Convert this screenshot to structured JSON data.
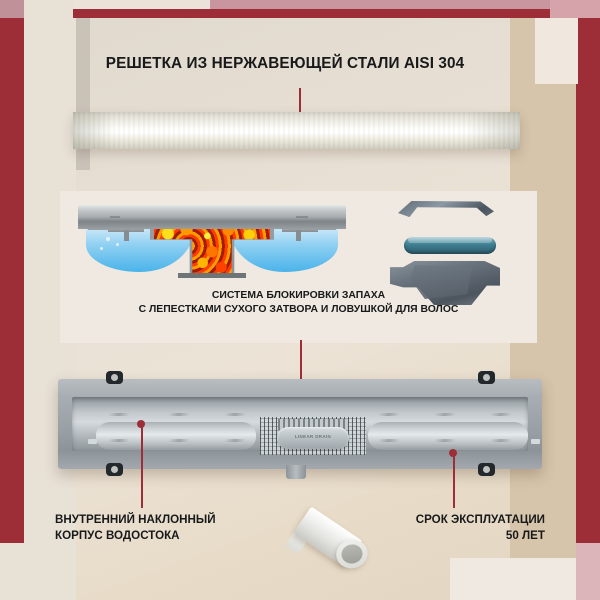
{
  "page": {
    "title_heading": "РЕШЕТКА ИЗ НЕРЖАВЕЮЩЕЙ СТАЛИ AISI 304",
    "background_color": "#d6c4ab",
    "accent_color": "#9d2e38",
    "panel_color": "#e8dcc9",
    "card_color": "#efe9e1",
    "text_color": "#17191a"
  },
  "card": {
    "caption_line1": "СИСТЕМА БЛОКИРОВКИ ЗАПАХА",
    "caption_line2": "С ЛЕПЕСТКАМИ СУХОГО ЗАТВОРА И ЛОВУШКОЙ ДЛЯ ВОЛОС"
  },
  "product": {
    "badge_text": "LINEAR DRAIN"
  },
  "labels": {
    "bottom_left_line1": "ВНУТРЕННИЙ НАКЛОННЫЙ",
    "bottom_left_line2": "КОРПУС ВОДОСТОКА",
    "bottom_right_line1": "СРОК ЭКСПЛУАТАЦИИ",
    "bottom_right_line2": "50 ЛЕТ"
  },
  "icons": {
    "connector_top": "pointer-line-icon",
    "connector_mid": "pointer-line-icon",
    "connector_left": "pointer-line-icon",
    "connector_right": "pointer-line-icon"
  }
}
